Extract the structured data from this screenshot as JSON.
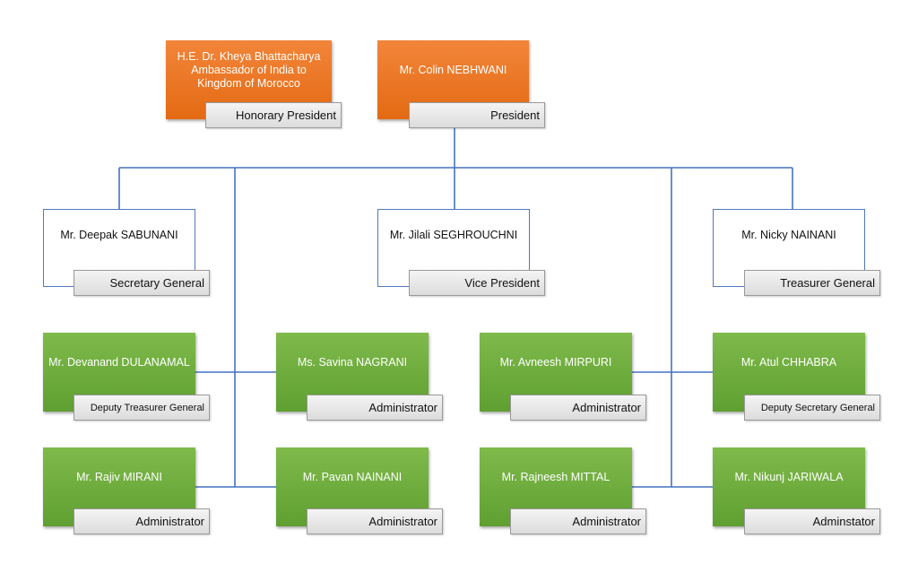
{
  "orgchart": {
    "honorary": {
      "name": "H.E. Dr. Kheya Bhattacharya Ambassador of India to Kingdom of Morocco",
      "role": "Honorary President"
    },
    "president": {
      "name": "Mr. Colin NEBHWANI",
      "role": "President"
    },
    "secretary_general": {
      "name": "Mr. Deepak SABUNANI",
      "role": "Secretary General"
    },
    "vice_president": {
      "name": "Mr. Jilali SEGHROUCHNI",
      "role": "Vice President"
    },
    "treasurer_general": {
      "name": "Mr. Nicky NAINANI",
      "role": "Treasurer General"
    },
    "deputy_treasurer": {
      "name": "Mr. Devanand DULANAMAL",
      "role": "Deputy Treasurer General"
    },
    "savina": {
      "name": "Ms. Savina NAGRANI",
      "role": "Administrator"
    },
    "avneesh": {
      "name": "Mr. Avneesh MIRPURI",
      "role": "Administrator"
    },
    "deputy_secretary": {
      "name": "Mr. Atul CHHABRA",
      "role": "Deputy Secretary General"
    },
    "rajiv": {
      "name": "Mr. Rajiv MIRANI",
      "role": "Administrator"
    },
    "pavan": {
      "name": "Mr. Pavan NAINANI",
      "role": "Administrator"
    },
    "rajneesh": {
      "name": "Mr. Rajneesh MITTAL",
      "role": "Administrator"
    },
    "nikunj": {
      "name": "Mr. Nikunj JARIWALA",
      "role": "Adminstator"
    }
  },
  "colors": {
    "connector": "#4472c4",
    "orange": "#ed7d31",
    "green": "#70ad47",
    "role_bg": "#e7e6e6"
  }
}
